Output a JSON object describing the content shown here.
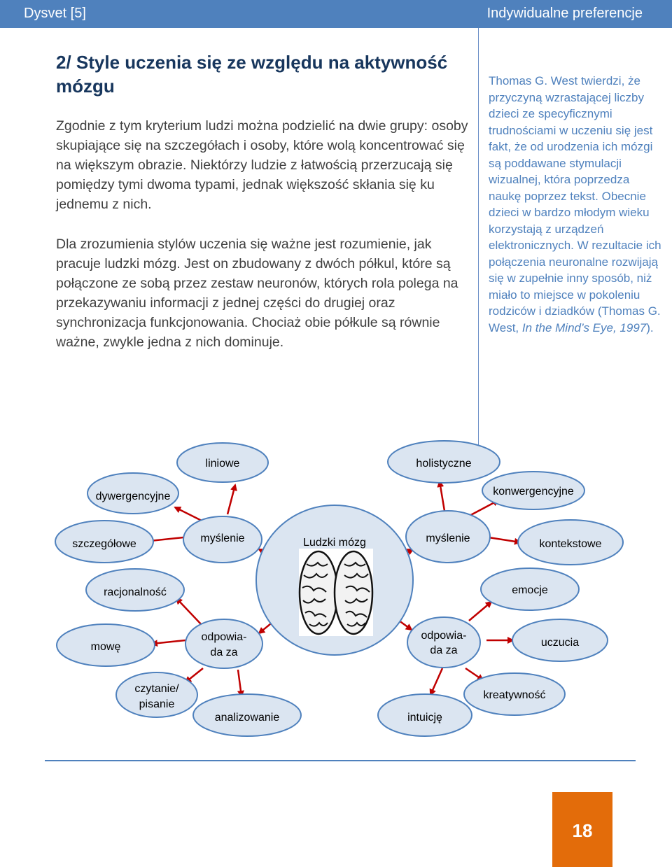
{
  "header": {
    "left": "Dysvet [5]",
    "right": "Indywidualne preferencje"
  },
  "heading": "2/ Style uczenia się ze względu na aktywność mózgu",
  "paragraphs": [
    "Zgodnie z tym kryterium ludzi można podzielić na dwie grupy: osoby skupiające się na szczegółach i osoby, które wolą koncentrować się na większym obrazie. Niektórzy ludzie z łatwością przerzucają się pomiędzy tymi dwoma typami, jednak większość skłania się ku jednemu z nich.",
    "Dla zrozumienia stylów uczenia się ważne jest rozumienie, jak pracuje ludzki mózg. Jest on zbudowany z dwóch półkul, które są połączone ze sobą przez zestaw neuronów, których rola polega na przekazywaniu informacji z jednej części do drugiej oraz synchronizacja funkcjonowania. Chociaż obie półkule są równie ważne, zwykle jedna z nich dominuje."
  ],
  "sidebar": {
    "text_before": "Thomas G. West twierdzi, że przyczyną wzrastającej liczby dzieci ze specyficznymi trudnościami w uczeniu się jest fakt, że od urodzenia ich mózgi są poddawane stymulacji wizualnej, która poprzedza naukę poprzez tekst. Obecnie dzieci w bardzo młodym wieku korzystają z urządzeń elektronicznych. W rezultacie ich połączenia neuronalne rozwijają się w zupełnie inny sposób, niż miało to miejsce w pokoleniu rodziców i dziadków (Thomas G. West, ",
    "title_italic": "In the Mind’s Eye, 1997",
    "text_after": ")."
  },
  "diagram": {
    "center": "Ludzki mózg",
    "left": {
      "thinking": "myślenie",
      "thinking_items": [
        "liniowe",
        "dywergencyjne",
        "szczegółowe"
      ],
      "responsible": [
        "odpowia-",
        "da za"
      ],
      "responsible_items": [
        "racjonalność",
        "mowę",
        "czytanie/",
        "pisanie",
        "analizowanie"
      ]
    },
    "right": {
      "thinking": "myślenie",
      "thinking_items": [
        "holistyczne",
        "konwergencyjne",
        "kontekstowe"
      ],
      "responsible": [
        "odpowia-",
        "da za"
      ],
      "responsible_items": [
        "emocje",
        "uczucia",
        "kreatywność",
        "intuicję"
      ]
    },
    "colors": {
      "fill": "#dbe5f1",
      "stroke": "#4f81bd",
      "arrow": "#c00000"
    }
  },
  "page_number": "18"
}
